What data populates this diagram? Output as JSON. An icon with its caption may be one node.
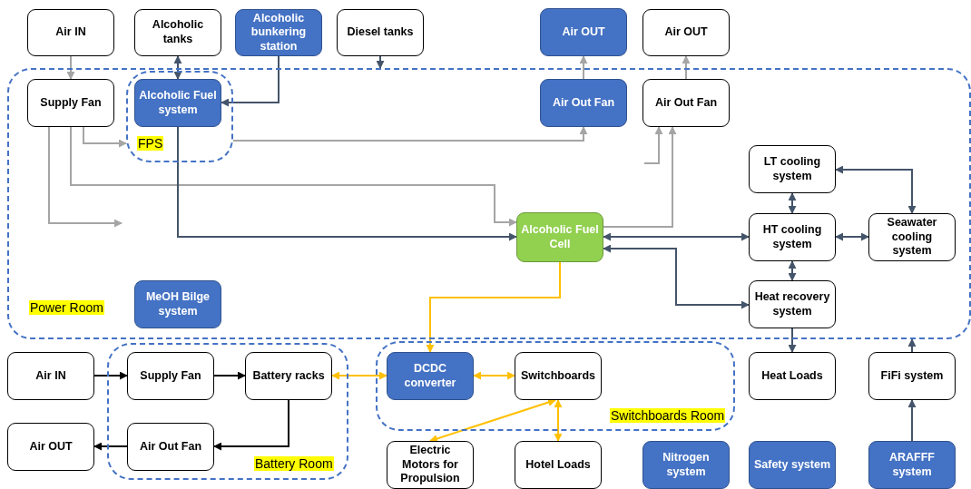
{
  "diagram": {
    "nodes": [
      {
        "text": [
          "Air IN"
        ]
      },
      {
        "text": [
          "Alcoholic tanks"
        ]
      },
      {
        "text": [
          "Alcoholic bunkering station"
        ]
      },
      {
        "text": [
          "Diesel tanks"
        ]
      },
      {
        "text": [
          "Air OUT"
        ]
      },
      {
        "text": [
          "Air OUT"
        ]
      },
      {
        "text": [
          "Power Room"
        ]
      },
      {
        "text": [
          "Supply Fan"
        ],
        "in": 6
      },
      {
        "text": [
          "FPS"
        ],
        "in": 6
      },
      {
        "text": [
          "Alcoholic Fuel system"
        ],
        "in": 8
      },
      {
        "text": [
          "Air Out Fan"
        ],
        "in": 6
      },
      {
        "text": [
          "Air Out Fan"
        ],
        "in": 6
      },
      {
        "text": [
          "LT cooling system"
        ],
        "in": 6
      },
      {
        "text": [
          "Alcoholic Fuel Cell"
        ],
        "in": 6
      },
      {
        "text": [
          "HT cooling system"
        ],
        "in": 6
      },
      {
        "text": [
          "Seawater cooling system"
        ],
        "in": 6
      },
      {
        "text": [
          "MeOH Bilge system"
        ],
        "in": 6
      },
      {
        "text": [
          "Heat recovery system"
        ],
        "in": 6
      },
      {
        "text": [
          "Air IN"
        ]
      },
      {
        "text": [
          "Battery Room"
        ]
      },
      {
        "text": [
          "Supply Fan"
        ],
        "in": 19
      },
      {
        "text": [
          "Battery racks"
        ],
        "in": 19
      },
      {
        "text": [
          "Switchboards Room"
        ]
      },
      {
        "text": [
          "DCDC converter"
        ],
        "in": 22
      },
      {
        "text": [
          "Switchboards"
        ],
        "in": 22
      },
      {
        "text": [
          "Heat Loads"
        ]
      },
      {
        "text": [
          "FiFi system"
        ]
      },
      {
        "text": [
          "Air OUT"
        ]
      },
      {
        "text": [
          "Air Out Fan"
        ],
        "in": 19
      },
      {
        "text": [
          "Electric Motors for Propulsion"
        ]
      },
      {
        "text": [
          "Hotel Loads"
        ]
      },
      {
        "text": [
          "Nitrogen system"
        ]
      },
      {
        "text": [
          "Safety system"
        ]
      },
      {
        "text": [
          "ARAFFF system"
        ]
      }
    ],
    "edges": [
      {
        "from": 0,
        "to": 7,
        "arrow": "to",
        "color": "#a5a5a5"
      },
      {
        "from": 1,
        "to": 9,
        "arrow": "both"
      },
      {
        "from": 2,
        "to": 9,
        "arrow": "to"
      },
      {
        "from": 3,
        "to": 6,
        "arrow": "to"
      },
      {
        "from": 10,
        "to": 4,
        "arrow": "to",
        "color": "#a5a5a5"
      },
      {
        "from": 11,
        "to": 5,
        "arrow": "to",
        "color": "#a5a5a5"
      },
      {
        "from": 7,
        "to": 8,
        "arrow": "to",
        "color": "#a5a5a5"
      },
      {
        "from": 8,
        "to": 10,
        "arrow": "to",
        "color": "#a5a5a5"
      },
      {
        "from": 7,
        "to": 13,
        "arrow": "to",
        "color": "#a5a5a5"
      },
      {
        "from": 7,
        "to": null,
        "arrow": "to",
        "color": "#a5a5a5"
      },
      {
        "from": null,
        "to": 11,
        "arrow": "to",
        "color": "#a5a5a5"
      },
      {
        "from": 13,
        "to": 11,
        "arrow": "to",
        "color": "#a5a5a5"
      },
      {
        "from": 9,
        "to": 13,
        "arrow": "to"
      },
      {
        "from": 13,
        "to": 14,
        "arrow": "both"
      },
      {
        "from": 13,
        "to": 17,
        "arrow": "both"
      },
      {
        "from": 12,
        "to": 14,
        "arrow": "both"
      },
      {
        "from": 12,
        "to": 15,
        "arrow": "both"
      },
      {
        "from": 14,
        "to": 15,
        "arrow": "both"
      },
      {
        "from": 14,
        "to": 17,
        "arrow": "both"
      },
      {
        "from": 17,
        "to": 25,
        "arrow": "to"
      },
      {
        "from": 13,
        "to": 23,
        "arrow": "to",
        "color": "#ffc000"
      },
      {
        "from": 21,
        "to": 23,
        "arrow": "both",
        "color": "#ffc000"
      },
      {
        "from": 23,
        "to": 24,
        "arrow": "both",
        "color": "#ffc000"
      },
      {
        "from": 24,
        "to": 29,
        "arrow": "both",
        "color": "#ffc000"
      },
      {
        "from": 24,
        "to": 30,
        "arrow": "both",
        "color": "#ffc000"
      },
      {
        "from": 18,
        "to": 20,
        "arrow": "to",
        "color": "#000000"
      },
      {
        "from": 20,
        "to": 21,
        "arrow": "to",
        "color": "#000000"
      },
      {
        "from": 21,
        "to": 28,
        "arrow": "to",
        "color": "#000000"
      },
      {
        "from": 28,
        "to": 27,
        "arrow": "to",
        "color": "#000000"
      },
      {
        "from": 26,
        "to": 6,
        "arrow": "to"
      },
      {
        "from": 33,
        "to": 26,
        "arrow": "to"
      }
    ]
  }
}
